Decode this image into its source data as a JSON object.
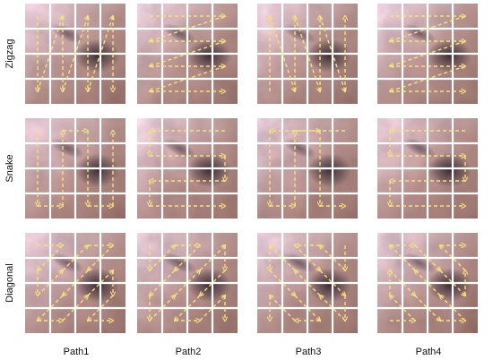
{
  "figure": {
    "rows": [
      {
        "label": "Zigzag",
        "paths": [
          [
            [
              1,
              0
            ],
            [
              1,
              3
            ],
            [
              2,
              0
            ],
            [
              2,
              3
            ],
            [
              3,
              0
            ],
            [
              3,
              3
            ],
            [
              4,
              0
            ],
            [
              4,
              3
            ]
          ],
          [
            [
              1,
              0
            ],
            [
              4,
              0
            ],
            [
              1,
              1
            ],
            [
              4,
              1
            ],
            [
              1,
              2
            ],
            [
              4,
              2
            ],
            [
              1,
              3
            ],
            [
              4,
              3
            ]
          ],
          [
            [
              1,
              3
            ],
            [
              1,
              0
            ],
            [
              2,
              3
            ],
            [
              2,
              0
            ],
            [
              3,
              3
            ],
            [
              3,
              0
            ],
            [
              4,
              3
            ],
            [
              4,
              0
            ]
          ],
          [
            [
              1,
              0
            ],
            [
              4,
              0
            ],
            [
              1,
              1
            ],
            [
              4,
              1
            ],
            [
              1,
              2
            ],
            [
              4,
              2
            ],
            [
              1,
              3
            ],
            [
              4,
              3
            ]
          ]
        ]
      },
      {
        "label": "Snake",
        "paths": [
          [
            [
              1,
              0
            ],
            [
              1,
              3
            ],
            [
              2,
              3
            ],
            [
              2,
              0
            ],
            [
              3,
              0
            ],
            [
              3,
              3
            ],
            [
              4,
              3
            ],
            [
              4,
              0
            ]
          ],
          [
            [
              4,
              0
            ],
            [
              1,
              0
            ],
            [
              1,
              1
            ],
            [
              4,
              1
            ],
            [
              4,
              2
            ],
            [
              1,
              2
            ],
            [
              1,
              3
            ],
            [
              4,
              3
            ]
          ],
          [
            [
              4,
              0
            ],
            [
              1,
              0
            ],
            [
              1,
              3
            ],
            [
              2,
              3
            ],
            [
              2,
              0
            ],
            [
              3,
              0
            ],
            [
              3,
              3
            ],
            [
              4,
              3
            ]
          ],
          [
            [
              4,
              0
            ],
            [
              1,
              0
            ],
            [
              1,
              1
            ],
            [
              4,
              1
            ],
            [
              4,
              2
            ],
            [
              1,
              2
            ],
            [
              1,
              3
            ],
            [
              4,
              3
            ]
          ]
        ]
      },
      {
        "label": "Diagonal",
        "paths": [
          [
            [
              1,
              0
            ],
            [
              2,
              0
            ],
            [
              1,
              1
            ],
            [
              1,
              2
            ],
            [
              2,
              1
            ],
            [
              3,
              0
            ],
            [
              4,
              0
            ],
            [
              3,
              1
            ],
            [
              2,
              2
            ],
            [
              1,
              3
            ],
            [
              2,
              3
            ],
            [
              3,
              2
            ],
            [
              4,
              1
            ],
            [
              4,
              2
            ],
            [
              3,
              3
            ],
            [
              4,
              3
            ]
          ],
          [
            [
              1,
              0
            ],
            [
              1,
              1
            ],
            [
              2,
              0
            ],
            [
              3,
              0
            ],
            [
              2,
              1
            ],
            [
              1,
              2
            ],
            [
              1,
              3
            ],
            [
              2,
              2
            ],
            [
              3,
              1
            ],
            [
              4,
              0
            ],
            [
              4,
              1
            ],
            [
              3,
              2
            ],
            [
              2,
              3
            ],
            [
              3,
              3
            ],
            [
              4,
              2
            ],
            [
              4,
              3
            ]
          ],
          [
            [
              4,
              0
            ],
            [
              4,
              1
            ],
            [
              3,
              0
            ],
            [
              2,
              0
            ],
            [
              3,
              1
            ],
            [
              4,
              2
            ],
            [
              4,
              3
            ],
            [
              3,
              2
            ],
            [
              2,
              1
            ],
            [
              1,
              0
            ],
            [
              1,
              1
            ],
            [
              2,
              2
            ],
            [
              3,
              3
            ],
            [
              2,
              3
            ],
            [
              1,
              2
            ],
            [
              1,
              3
            ]
          ],
          [
            [
              1,
              3
            ],
            [
              2,
              3
            ],
            [
              1,
              2
            ],
            [
              1,
              1
            ],
            [
              2,
              2
            ],
            [
              3,
              3
            ],
            [
              4,
              3
            ],
            [
              3,
              2
            ],
            [
              2,
              1
            ],
            [
              1,
              0
            ],
            [
              2,
              0
            ],
            [
              3,
              1
            ],
            [
              4,
              2
            ],
            [
              4,
              1
            ],
            [
              3,
              0
            ],
            [
              4,
              0
            ]
          ]
        ]
      }
    ],
    "columns": [
      "Path1",
      "Path2",
      "Path3",
      "Path4"
    ],
    "grid_size": 4,
    "colors": {
      "arrow": "#f4e27a",
      "tile_divider": "#ffffff",
      "terrain_light": "#b2a3ad",
      "terrain_mid": "#8a6f72",
      "terrain_dark": "#3a2c35",
      "terrain_rust": "#8b5a48"
    }
  }
}
